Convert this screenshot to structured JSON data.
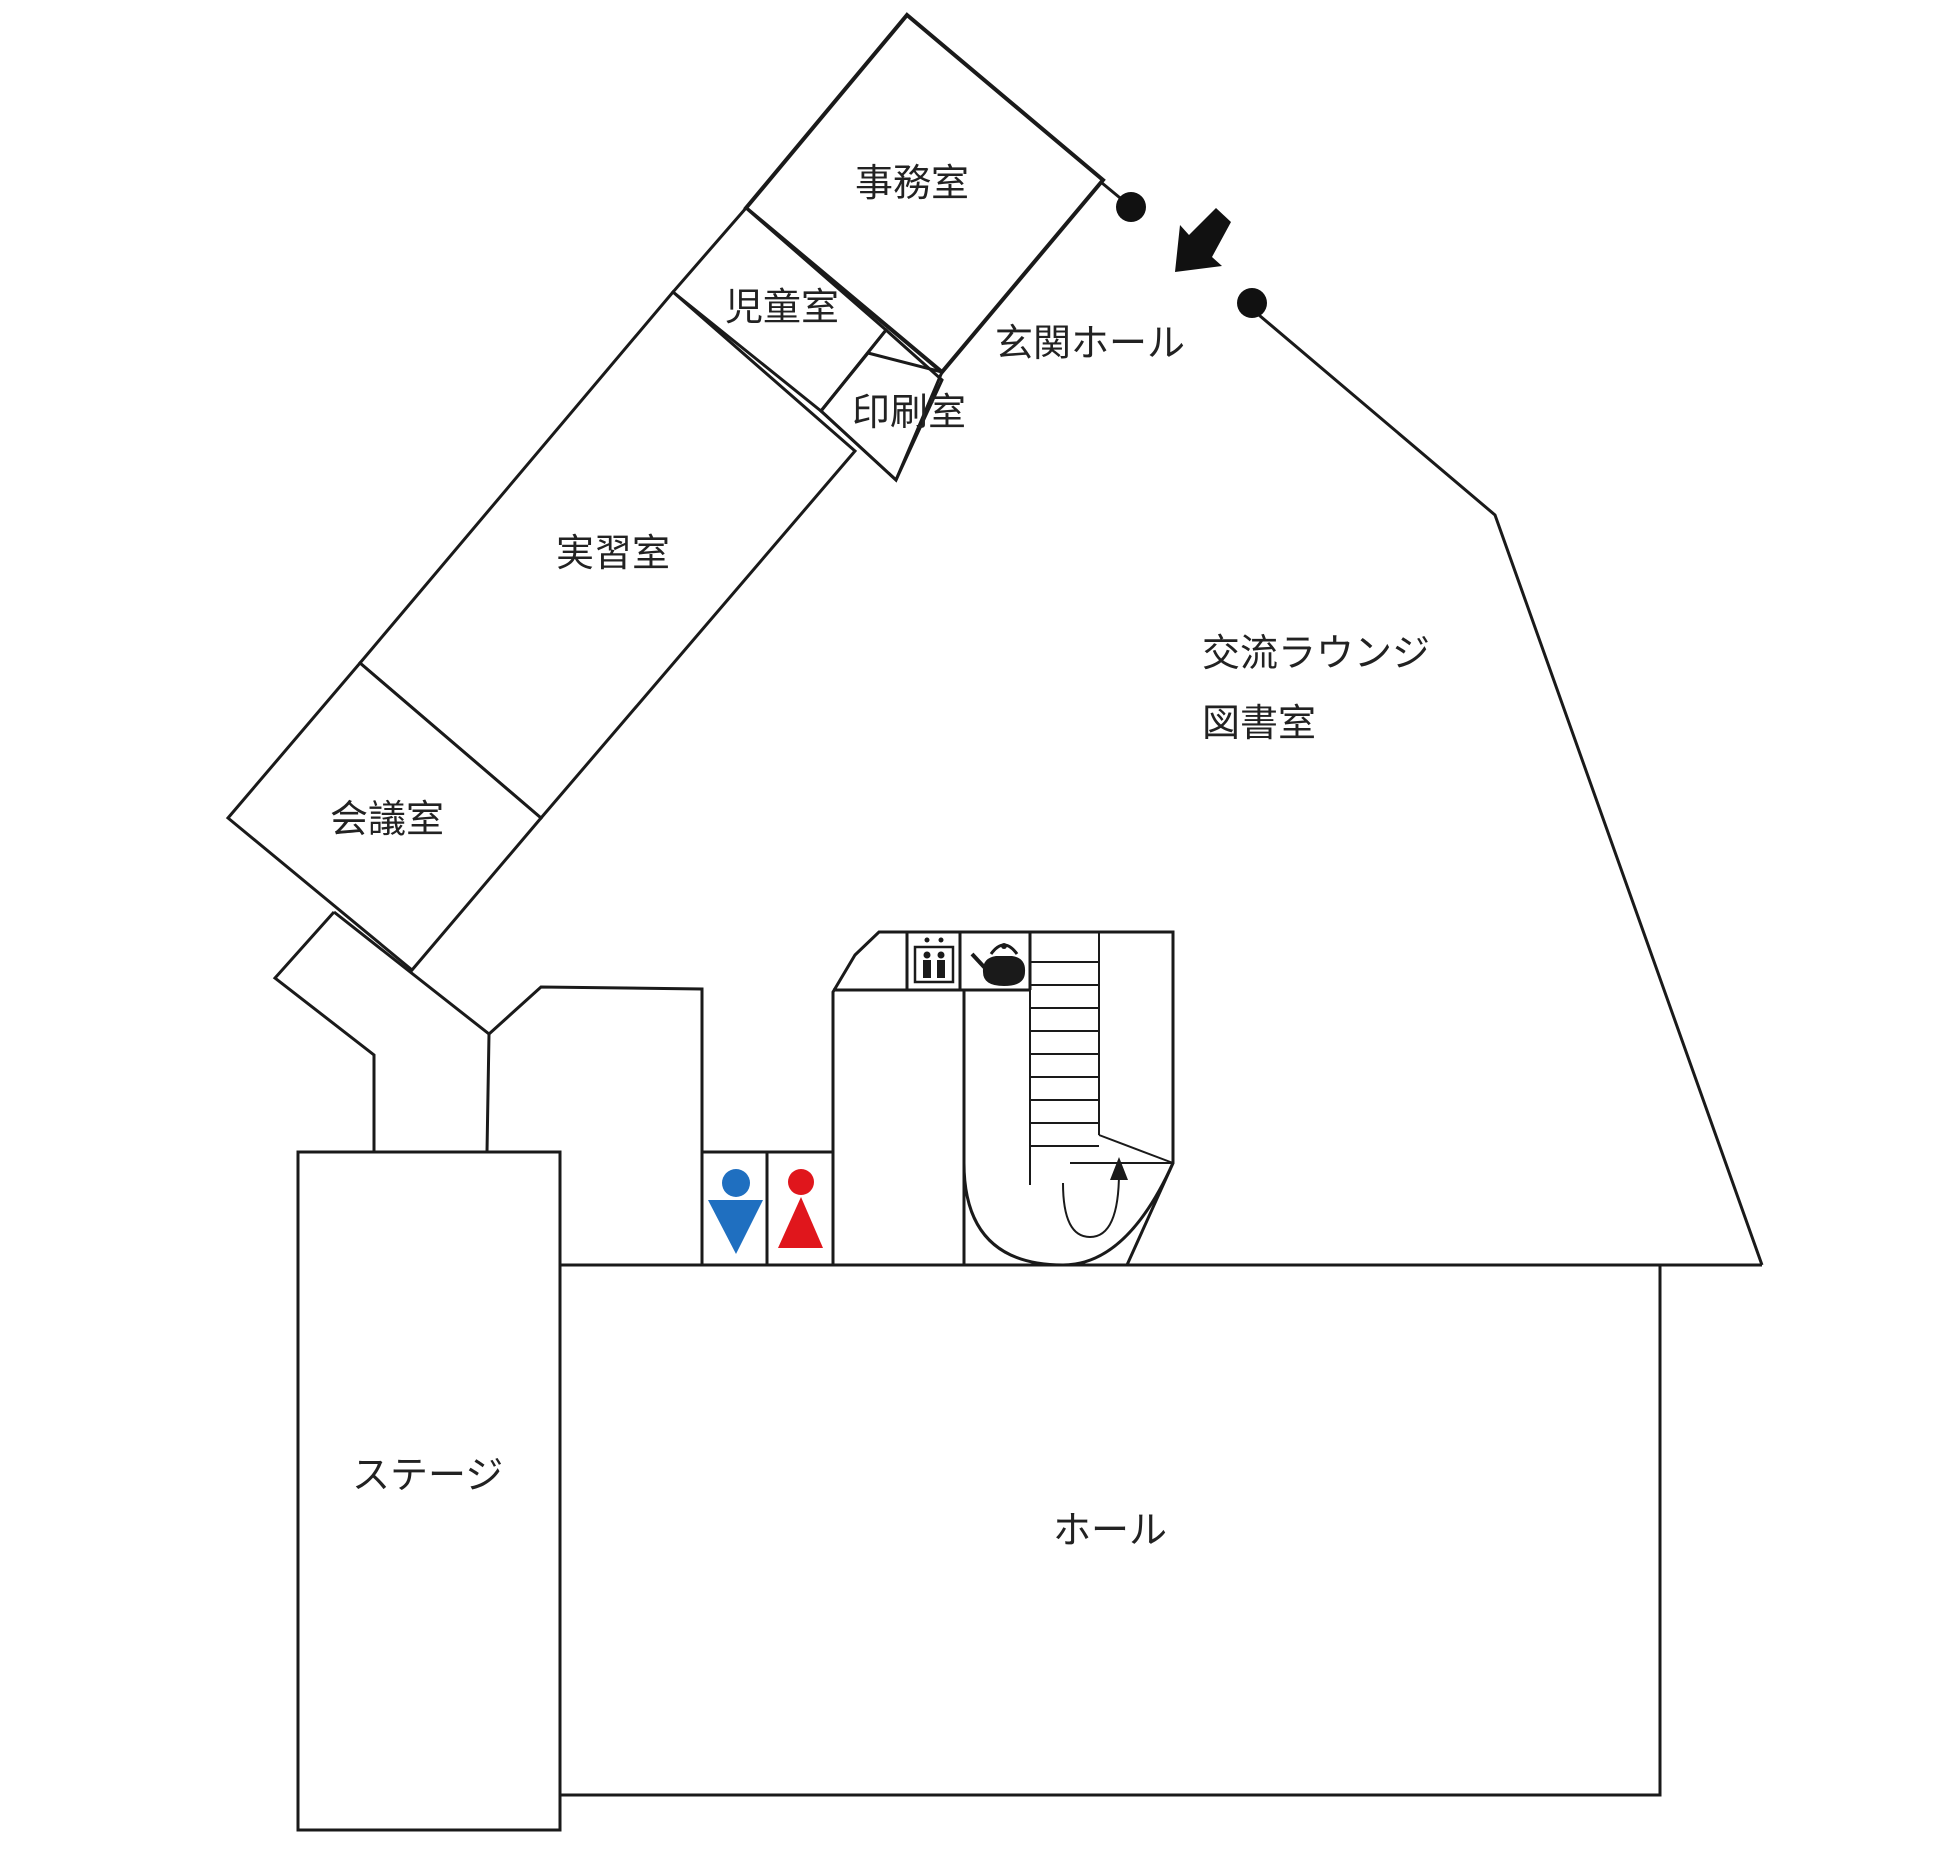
{
  "rooms": {
    "jimushitsu": "事務室",
    "jidoushitsu": "児童室",
    "insatsushitsu": "印刷室",
    "genkan_hall": "玄関ホール",
    "jisshuushitsu": "実習室",
    "kouryuu_lounge": "交流ラウンジ",
    "toshoshitsu": "図書室",
    "kaigishitsu": "会議室",
    "stage": "ステージ",
    "hall": "ホール"
  },
  "icons": {
    "entrance_arrow": "entrance-arrow-icon",
    "elevator": "elevator-icon",
    "kettle": "kettle-icon",
    "mens_restroom": "mens-restroom-icon",
    "womens_restroom": "womens-restroom-icon",
    "stair_arrow": "stair-up-arrow-icon"
  },
  "colors": {
    "men": "#1f6fc0",
    "women": "#e0161c",
    "line": "#1a1a1a"
  }
}
